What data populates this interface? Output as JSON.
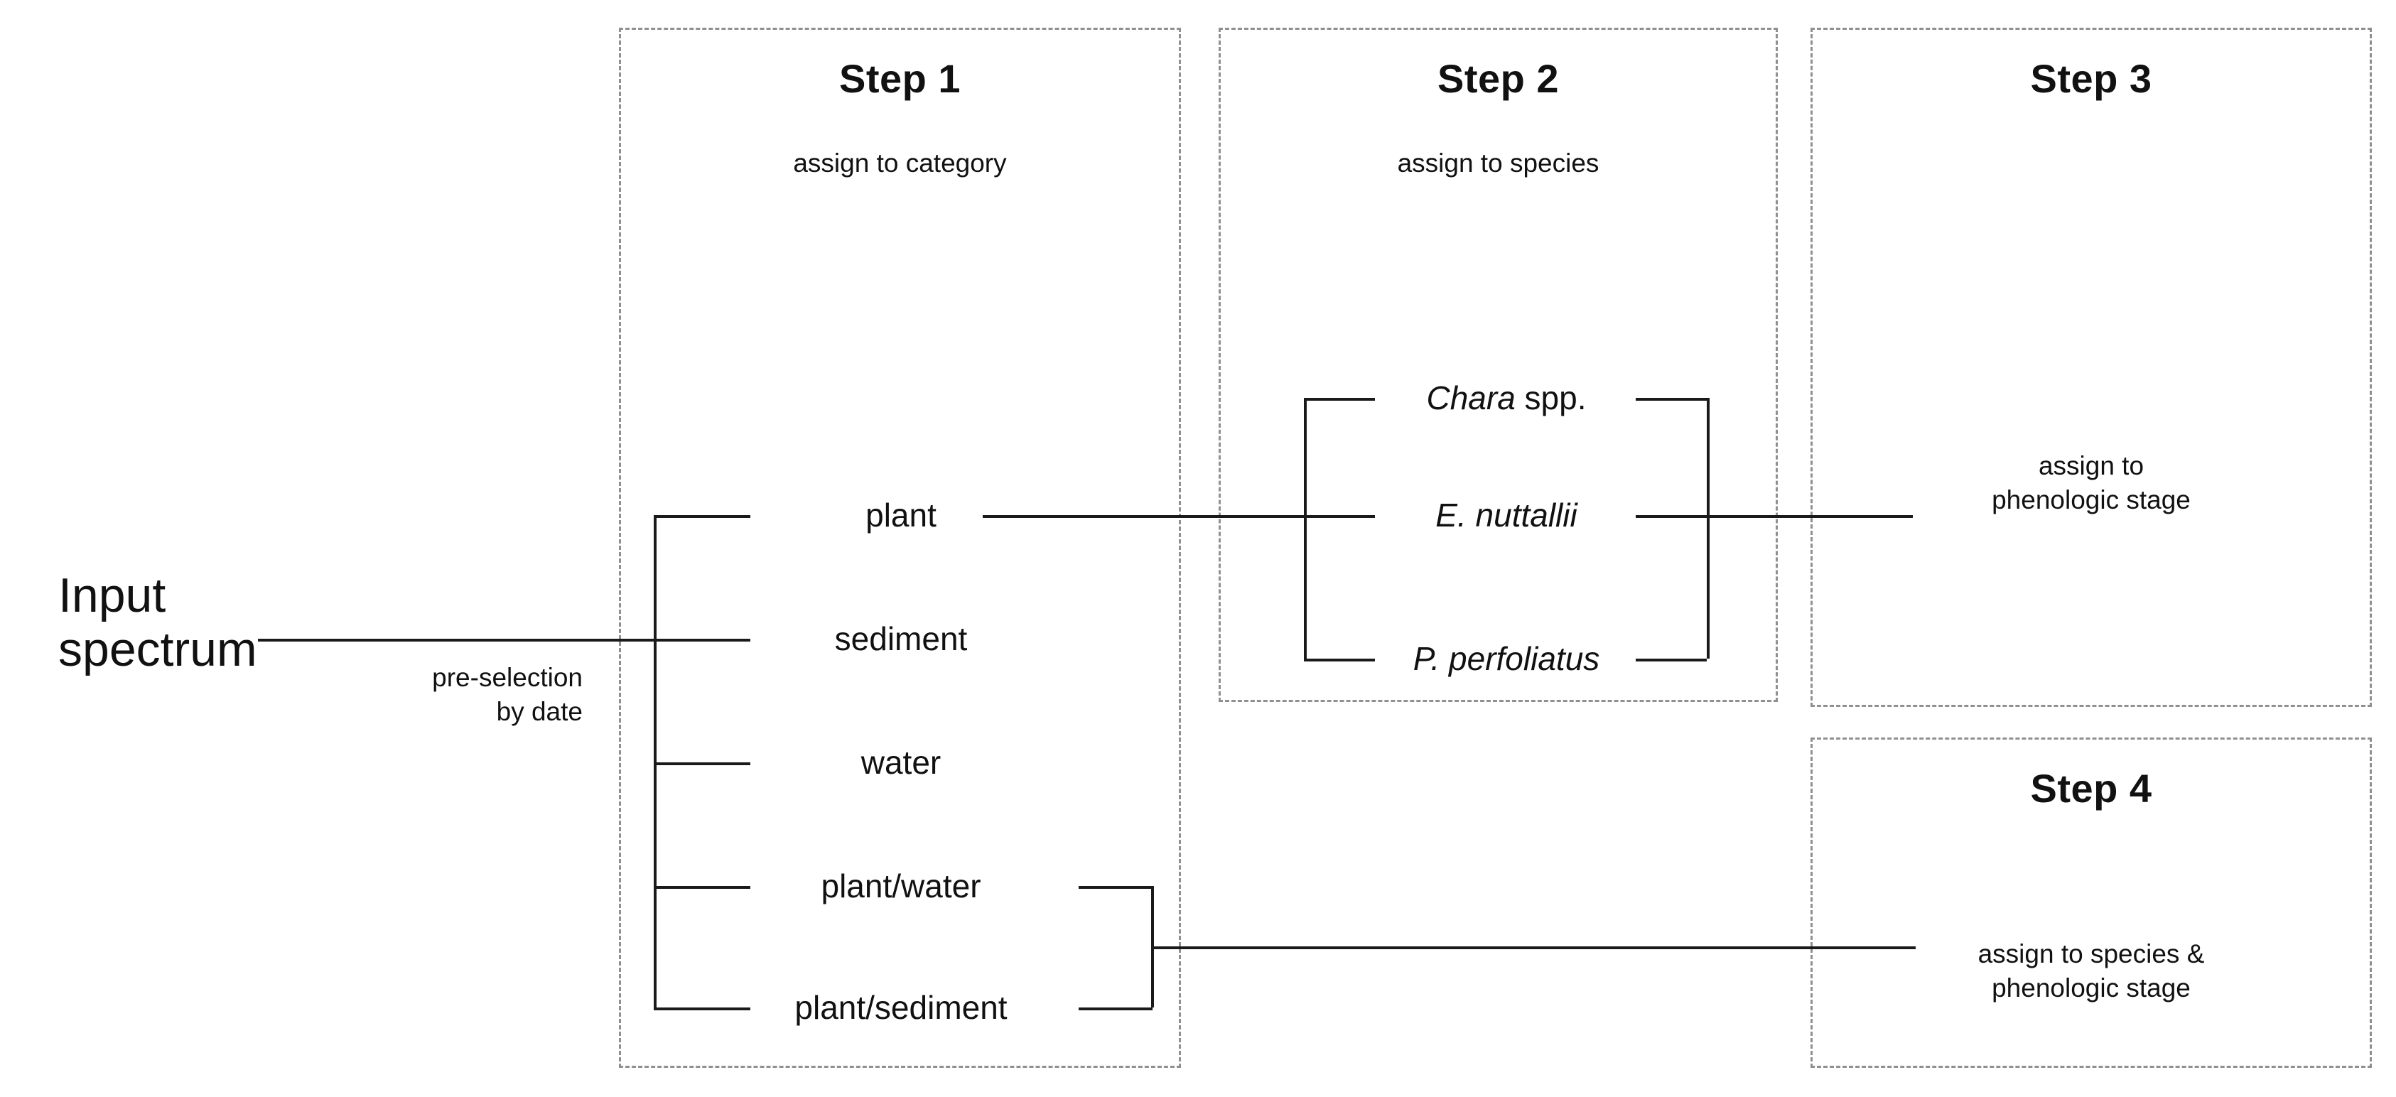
{
  "diagram": {
    "title_input": {
      "line1": "Input",
      "line2": "spectrum"
    },
    "edge_note": {
      "line1": "pre-selection",
      "line2": "by date"
    }
  },
  "steps": [
    {
      "id": "step-1",
      "title": "Step 1",
      "subtitle": "assign to category"
    },
    {
      "id": "step-2",
      "title": "Step 2",
      "subtitle": "assign to species"
    },
    {
      "id": "step-3",
      "title": "Step 3",
      "subtitle_line1": "assign to",
      "subtitle_line2": "phenologic stage"
    },
    {
      "id": "step-4",
      "title": "Step 4",
      "subtitle_line1": "assign to species &",
      "subtitle_line2": "phenologic stage"
    }
  ],
  "categories": [
    {
      "label": "plant"
    },
    {
      "label": "sediment"
    },
    {
      "label": "water"
    },
    {
      "label": "plant/water"
    },
    {
      "label": "plant/sediment"
    }
  ],
  "species": [
    {
      "genus": "Chara",
      "rest": " spp.",
      "genus_italic": true,
      "rest_italic": false
    },
    {
      "genus": "E. nuttallii",
      "rest": "",
      "genus_italic": true,
      "rest_italic": false
    },
    {
      "genus": "P. perfoliatus",
      "rest": "",
      "genus_italic": true,
      "rest_italic": false
    }
  ],
  "colors": {
    "line": "#1a1a1a",
    "panel_border": "#909090",
    "text": "#111111",
    "background": "#ffffff"
  }
}
